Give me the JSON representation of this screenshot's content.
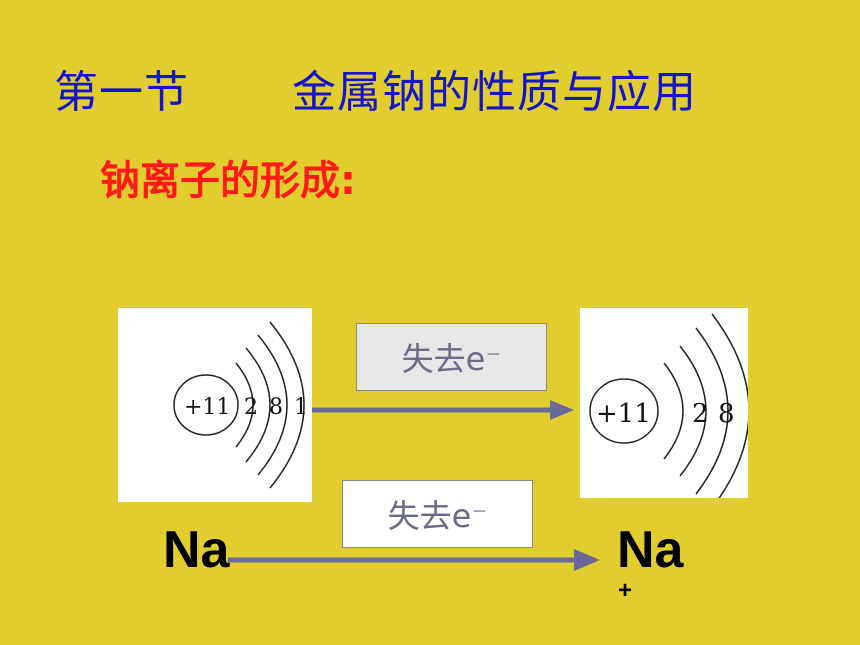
{
  "title": {
    "section": "第一节",
    "topic": "金属钠的性质与应用"
  },
  "subtitle": "钠离子的形成:",
  "diagram": {
    "top_label": {
      "text": "失去e",
      "sup": "－"
    },
    "bottom_label": {
      "text": "失去e",
      "sup": "－"
    },
    "atom": {
      "nucleus": "+11",
      "shells": [
        "2",
        "8",
        "1"
      ]
    },
    "ion": {
      "nucleus": "+11",
      "shells": [
        "2",
        "8"
      ]
    },
    "na_left": "Na",
    "na_right": "Na",
    "charge": "+"
  },
  "colors": {
    "background": "#e2cd2f",
    "title": "#1414c8",
    "subtitle": "#ff1a1a",
    "arrow": "#6a6a9a"
  }
}
